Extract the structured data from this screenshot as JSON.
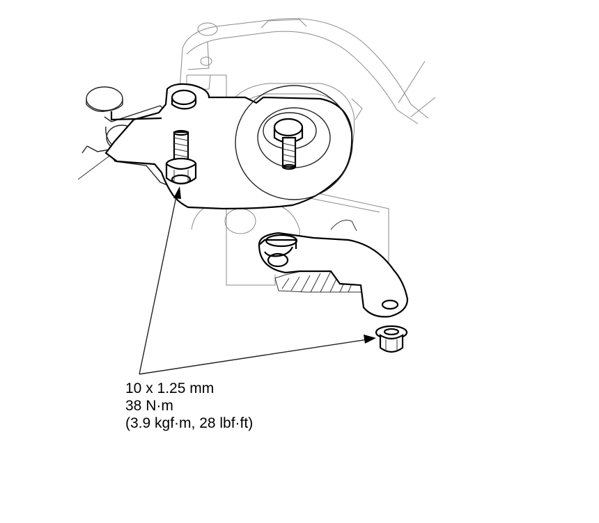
{
  "torque_spec": {
    "bolt_size": "10 x 1.25 mm",
    "torque_nm": "38 N·m",
    "torque_alt": "(3.9 kgf·m, 28 lbf·ft)"
  }
}
